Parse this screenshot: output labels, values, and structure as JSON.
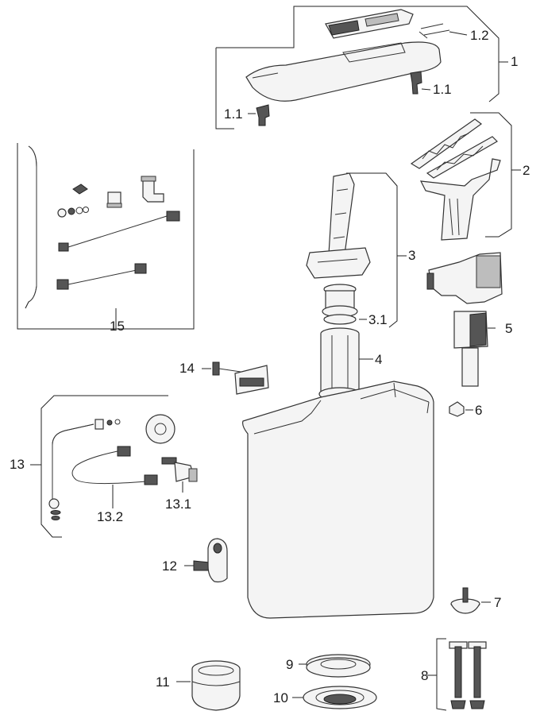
{
  "diagram": {
    "labels": {
      "l1": "1",
      "l1_1a": "1.1",
      "l1_1b": "1.1",
      "l1_2": "1.2",
      "l2": "2",
      "l3": "3",
      "l3_1": "3.1",
      "l4": "4",
      "l5": "5",
      "l6": "6",
      "l7": "7",
      "l8": "8",
      "l9": "9",
      "l10": "10",
      "l11": "11",
      "l12": "12",
      "l13": "13",
      "l13_1": "13.1",
      "l13_2": "13.2",
      "l14": "14",
      "l15": "15"
    }
  }
}
